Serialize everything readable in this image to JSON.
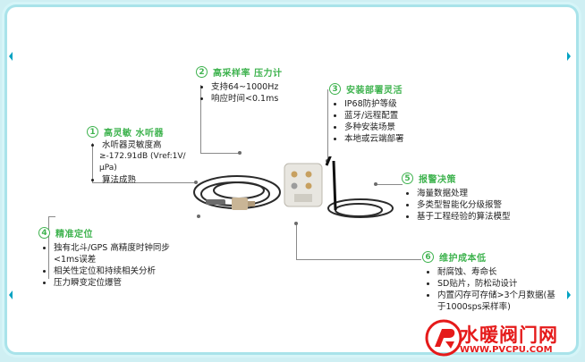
{
  "features": [
    {
      "number": "1",
      "title": "高灵敏 水听器",
      "items": [
        "水听器灵敏度高"
      ],
      "extra": "≥-172.91dB (Vref:1V/μPa)",
      "items2": [
        "算法成熟"
      ]
    },
    {
      "number": "2",
      "title": "高采样率 压力计",
      "items": [
        "支持64~1000Hz",
        "响应时间<0.1ms"
      ]
    },
    {
      "number": "3",
      "title": "安装部署灵活",
      "items": [
        "IP68防护等级",
        "蓝牙/远程配置",
        "多种安装场景",
        "本地或云端部署"
      ]
    },
    {
      "number": "4",
      "title": "精准定位",
      "items": [
        "独有北斗/GPS 高精度时钟同步<1ms误差",
        "相关性定位和持续相关分析",
        "压力瞬变定位爆管"
      ]
    },
    {
      "number": "5",
      "title": "报警决策",
      "items": [
        "海量数据处理",
        "多类型智能化分级报警",
        "基于工程经验的算法模型"
      ]
    },
    {
      "number": "6",
      "title": "维护成本低",
      "items": [
        "耐腐蚀、寿命长",
        "SD贴片，防松动设计",
        "内置闪存可存储>3个月数据(基于1000sps采样率)"
      ]
    }
  ],
  "watermark": {
    "title": "水暖阀门网",
    "url": "WWW.PVCPU.COM"
  },
  "colors": {
    "accent_green": "#3fb34f",
    "frame_teal": "#00a2c2",
    "watermark_red": "#e51a1a"
  }
}
